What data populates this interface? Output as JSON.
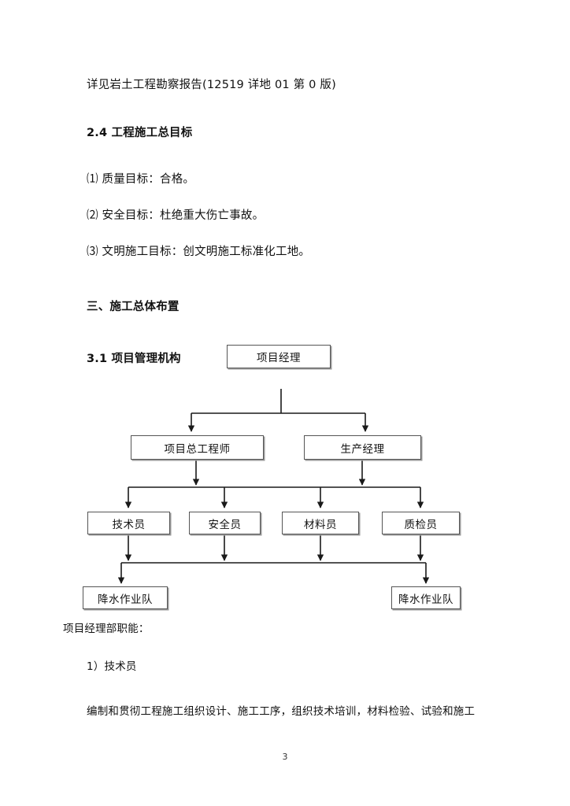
{
  "document": {
    "page_number": "3",
    "paragraphs": [
      {
        "id": "geotech-report",
        "text": "详见岩土工程勘察报告(12519 详地 01 第 0 版)"
      },
      {
        "id": "heading-2-4",
        "text": "2.4 工程施工总目标"
      },
      {
        "id": "goal-1",
        "text": "⑴ 质量目标：合格。"
      },
      {
        "id": "goal-2",
        "text": "⑵ 安全目标：杜绝重大伤亡事故。"
      },
      {
        "id": "goal-3",
        "text": "⑶ 文明施工目标：创文明施工标准化工地。"
      },
      {
        "id": "heading-3",
        "text": "三、施工总体布置"
      },
      {
        "id": "heading-3-1",
        "text": "3.1 项目管理机构"
      },
      {
        "id": "duties-title",
        "text": "项目经理部职能："
      },
      {
        "id": "duty-item-1",
        "text": "1）技术员"
      },
      {
        "id": "duty-body-1",
        "text": "编制和贯彻工程施工组织设计、施工工序，组织技术培训，材料检验、试验和施工"
      }
    ]
  },
  "chart_data": {
    "type": "diagram",
    "title": "项目管理机构",
    "levels": [
      {
        "level": 1,
        "nodes": [
          {
            "id": "project-manager",
            "label": "项目经理"
          }
        ]
      },
      {
        "level": 2,
        "nodes": [
          {
            "id": "chief-engineer",
            "label": "项目总工程师"
          },
          {
            "id": "production-manager",
            "label": "生产经理"
          }
        ]
      },
      {
        "level": 3,
        "nodes": [
          {
            "id": "technician",
            "label": "技术员"
          },
          {
            "id": "safety-officer",
            "label": "安全员"
          },
          {
            "id": "material-clerk",
            "label": "材料员"
          },
          {
            "id": "quality-inspector",
            "label": "质检员"
          }
        ]
      },
      {
        "level": 4,
        "nodes": [
          {
            "id": "dewatering-team-left",
            "label": "降水作业队"
          },
          {
            "id": "dewatering-team-right",
            "label": "降水作业队"
          }
        ]
      }
    ],
    "edge_color": "#1a1a1a",
    "node_border_color": "#555555"
  }
}
